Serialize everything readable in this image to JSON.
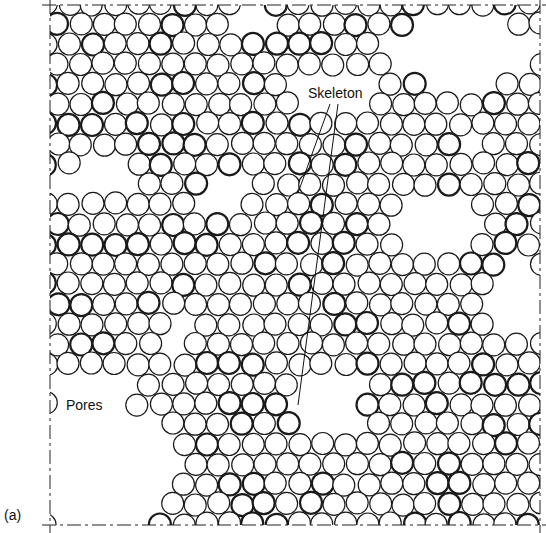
{
  "diagram": {
    "labels": [
      "Skeleton",
      "Pores",
      "(a)"
    ]
  }
}
